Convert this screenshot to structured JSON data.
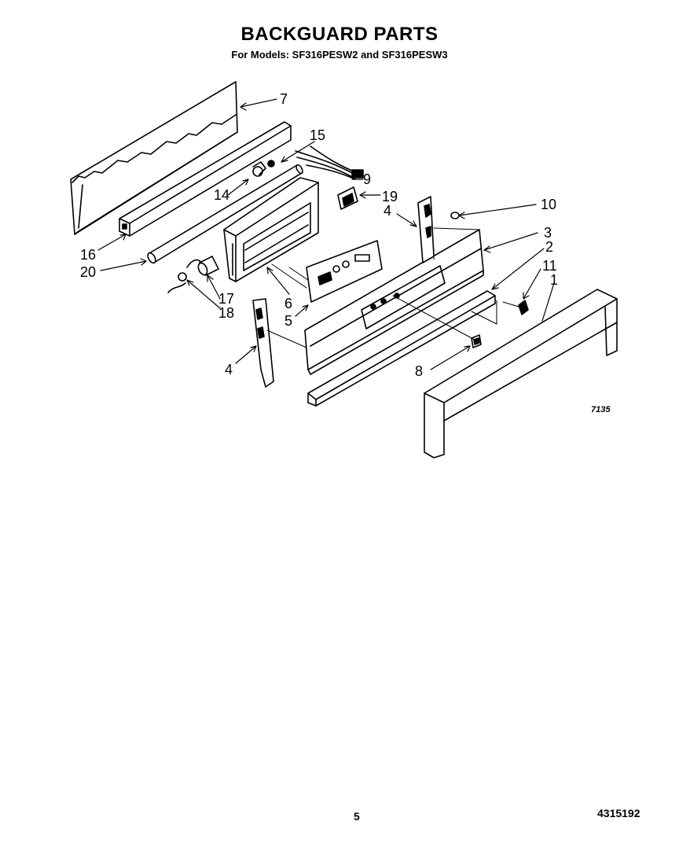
{
  "header": {
    "title": "BACKGUARD PARTS",
    "subtitle": "For Models: SF316PESW2 and SF316PESW3"
  },
  "diagram": {
    "callouts": [
      "7",
      "15",
      "14",
      "9",
      "19",
      "10",
      "4",
      "3",
      "16",
      "20",
      "2",
      "11",
      "1",
      "17",
      "18",
      "6",
      "5",
      "4",
      "8"
    ],
    "figure_ref": "7135"
  },
  "footer": {
    "page_number": "5",
    "document_number": "4315192"
  }
}
